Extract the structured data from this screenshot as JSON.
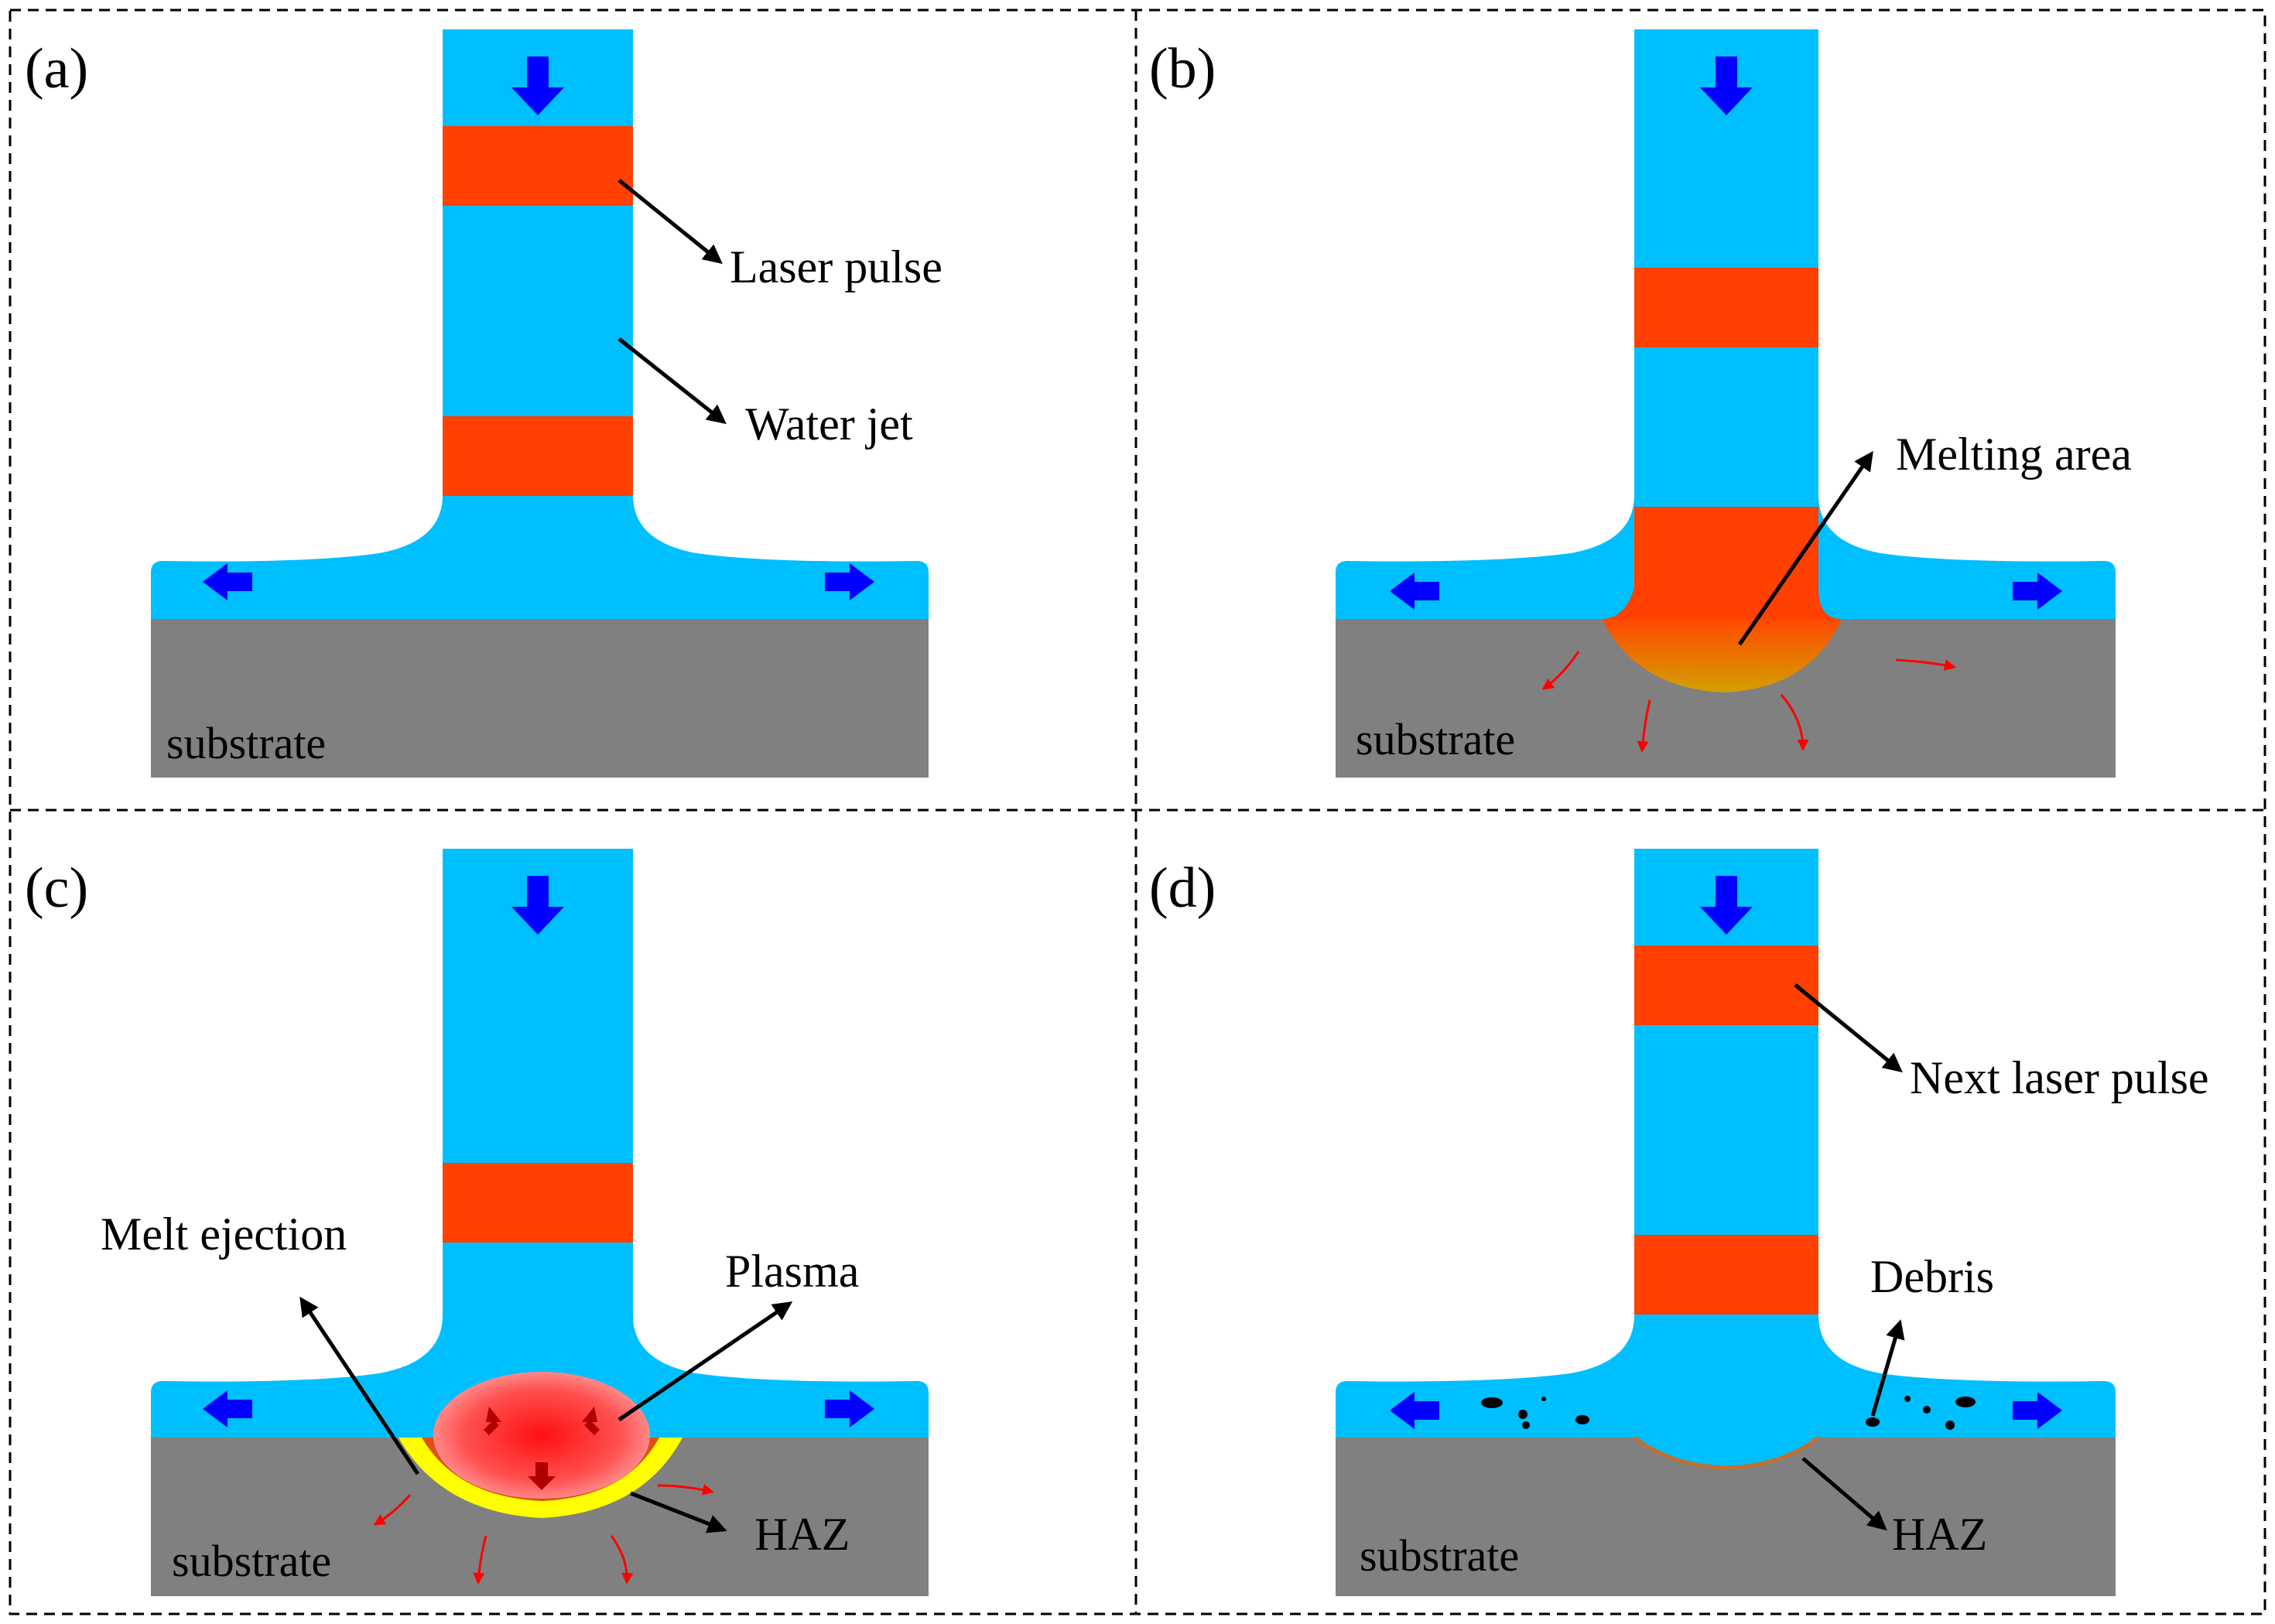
{
  "colors": {
    "water": "#00BFFF",
    "laser": "#FF4000",
    "substrate": "#808080",
    "flow_arrow": "#0000FF",
    "heat_arrow": "#FF0000",
    "haz_yellow": "#FFFF00",
    "frame": "#000000",
    "leader": "#000000"
  },
  "panels": {
    "a": {
      "label": "(a)",
      "substrate": "substrate",
      "callouts": {
        "laser_pulse": "Laser pulse",
        "water_jet": "Water jet"
      }
    },
    "b": {
      "label": "(b)",
      "substrate": "substrate",
      "callouts": {
        "melting_area": "Melting area"
      }
    },
    "c": {
      "label": "(c)",
      "substrate": "substrate",
      "callouts": {
        "melt_ejection": "Melt ejection",
        "plasma": "Plasma",
        "haz": "HAZ"
      }
    },
    "d": {
      "label": "(d)",
      "substrate": "substrate",
      "callouts": {
        "next_laser_pulse": "Next laser pulse",
        "debris": "Debris",
        "haz": "HAZ"
      }
    }
  },
  "icons": {
    "flow_down": "arrow-down-icon",
    "flow_left": "arrow-left-icon",
    "flow_right": "arrow-right-icon",
    "heat": "curved-arrow-icon",
    "debris": "particle-icon"
  }
}
